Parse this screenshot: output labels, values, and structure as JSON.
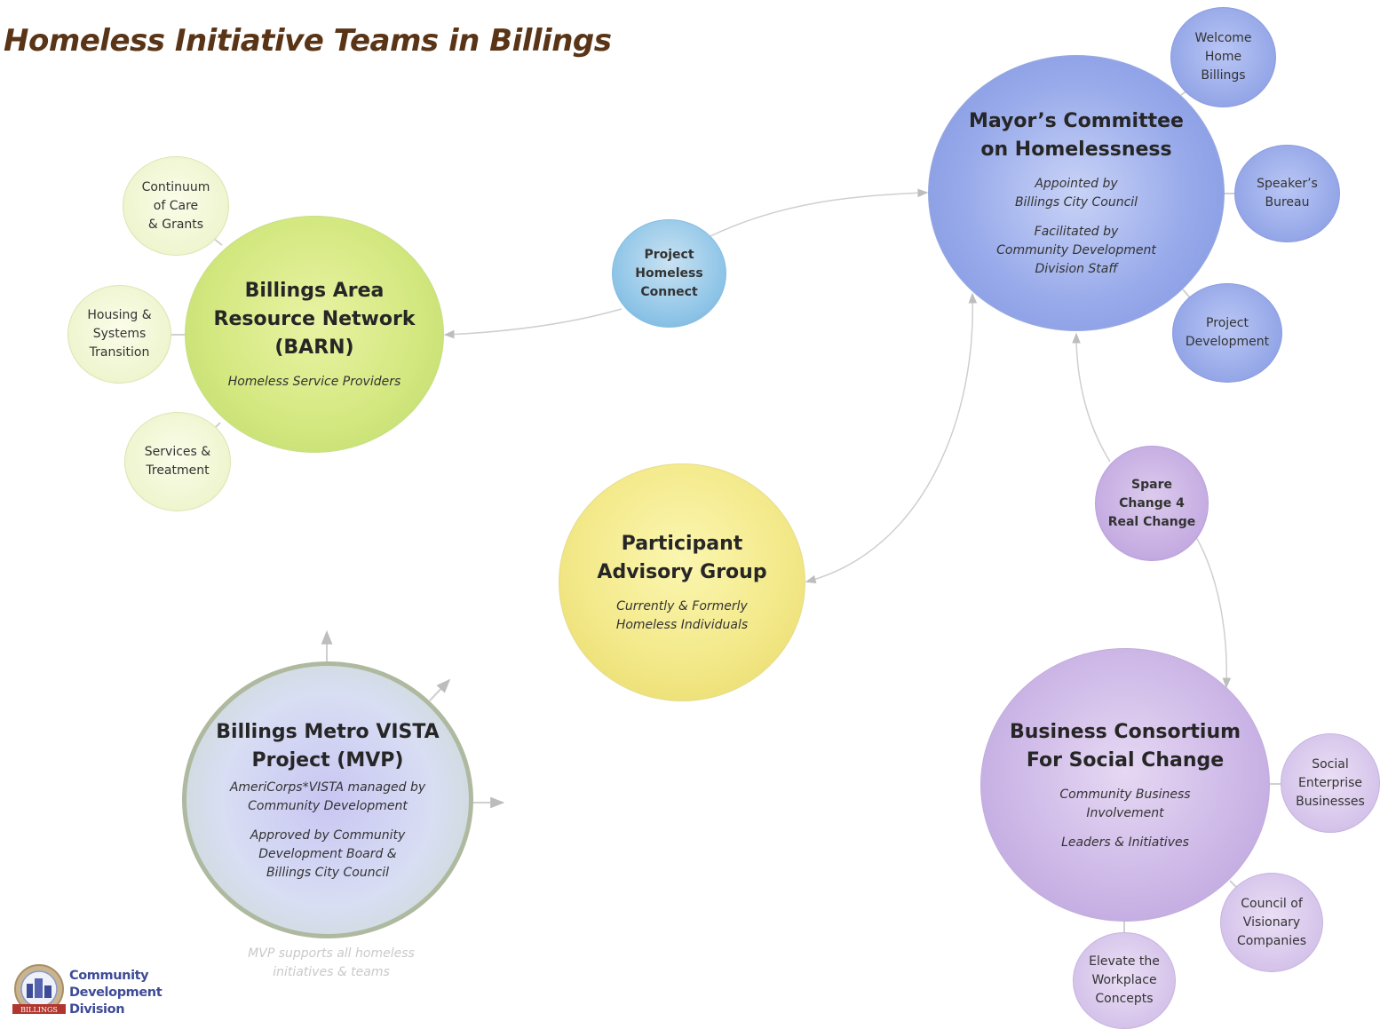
{
  "title": "Homeless Initiative Teams in Billings",
  "nodes": {
    "barn": {
      "title": "Billings Area\nResource Network\n(BARN)",
      "subtitle": "Homeless Service Providers"
    },
    "mayor": {
      "title": "Mayor’s Committee\non Homelessness",
      "subtitle1": "Appointed by\nBillings City Council",
      "subtitle2": "Facilitated by\nCommunity Development\nDivision Staff"
    },
    "pag": {
      "title": "Participant\nAdvisory Group",
      "subtitle": "Currently & Formerly\nHomeless Individuals"
    },
    "mvp": {
      "title": "Billings Metro VISTA\nProject (MVP)",
      "subtitle1": "AmeriCorps*VISTA managed by\nCommunity Development",
      "subtitle2": "Approved by Community\nDevelopment Board &\nBillings City Council"
    },
    "business": {
      "title": "Business Consortium\nFor Social Change",
      "subtitle1": "Community Business\nInvolvement",
      "subtitle2": "Leaders & Initiatives"
    },
    "continuum": "Continuum\nof Care\n& Grants",
    "housing": "Housing &\nSystems\nTransition",
    "services": "Services &\nTreatment",
    "phc": "Project\nHomeless\nConnect",
    "welcome": "Welcome\nHome\nBillings",
    "speakers": "Speaker’s\nBureau",
    "projectdev": "Project\nDevelopment",
    "spare": "Spare\nChange 4\nReal Change",
    "social": "Social\nEnterprise\nBusinesses",
    "council": "Council of\nVisionary\nCompanies",
    "elevate": "Elevate the\nWorkplace\nConcepts"
  },
  "mvp_note": "MVP supports all homeless\ninitiatives & teams",
  "logo": {
    "text": "Community\nDevelopment\nDivision",
    "seal_text": "BILLINGS"
  },
  "colors": {
    "title": "#5a3416",
    "barn": "#d2e77e",
    "mayor": "#98aaea",
    "pag": "#f3e98a",
    "mvp": "#d8def3",
    "business": "#cbb5e6",
    "connector": "#c8c8c8"
  }
}
